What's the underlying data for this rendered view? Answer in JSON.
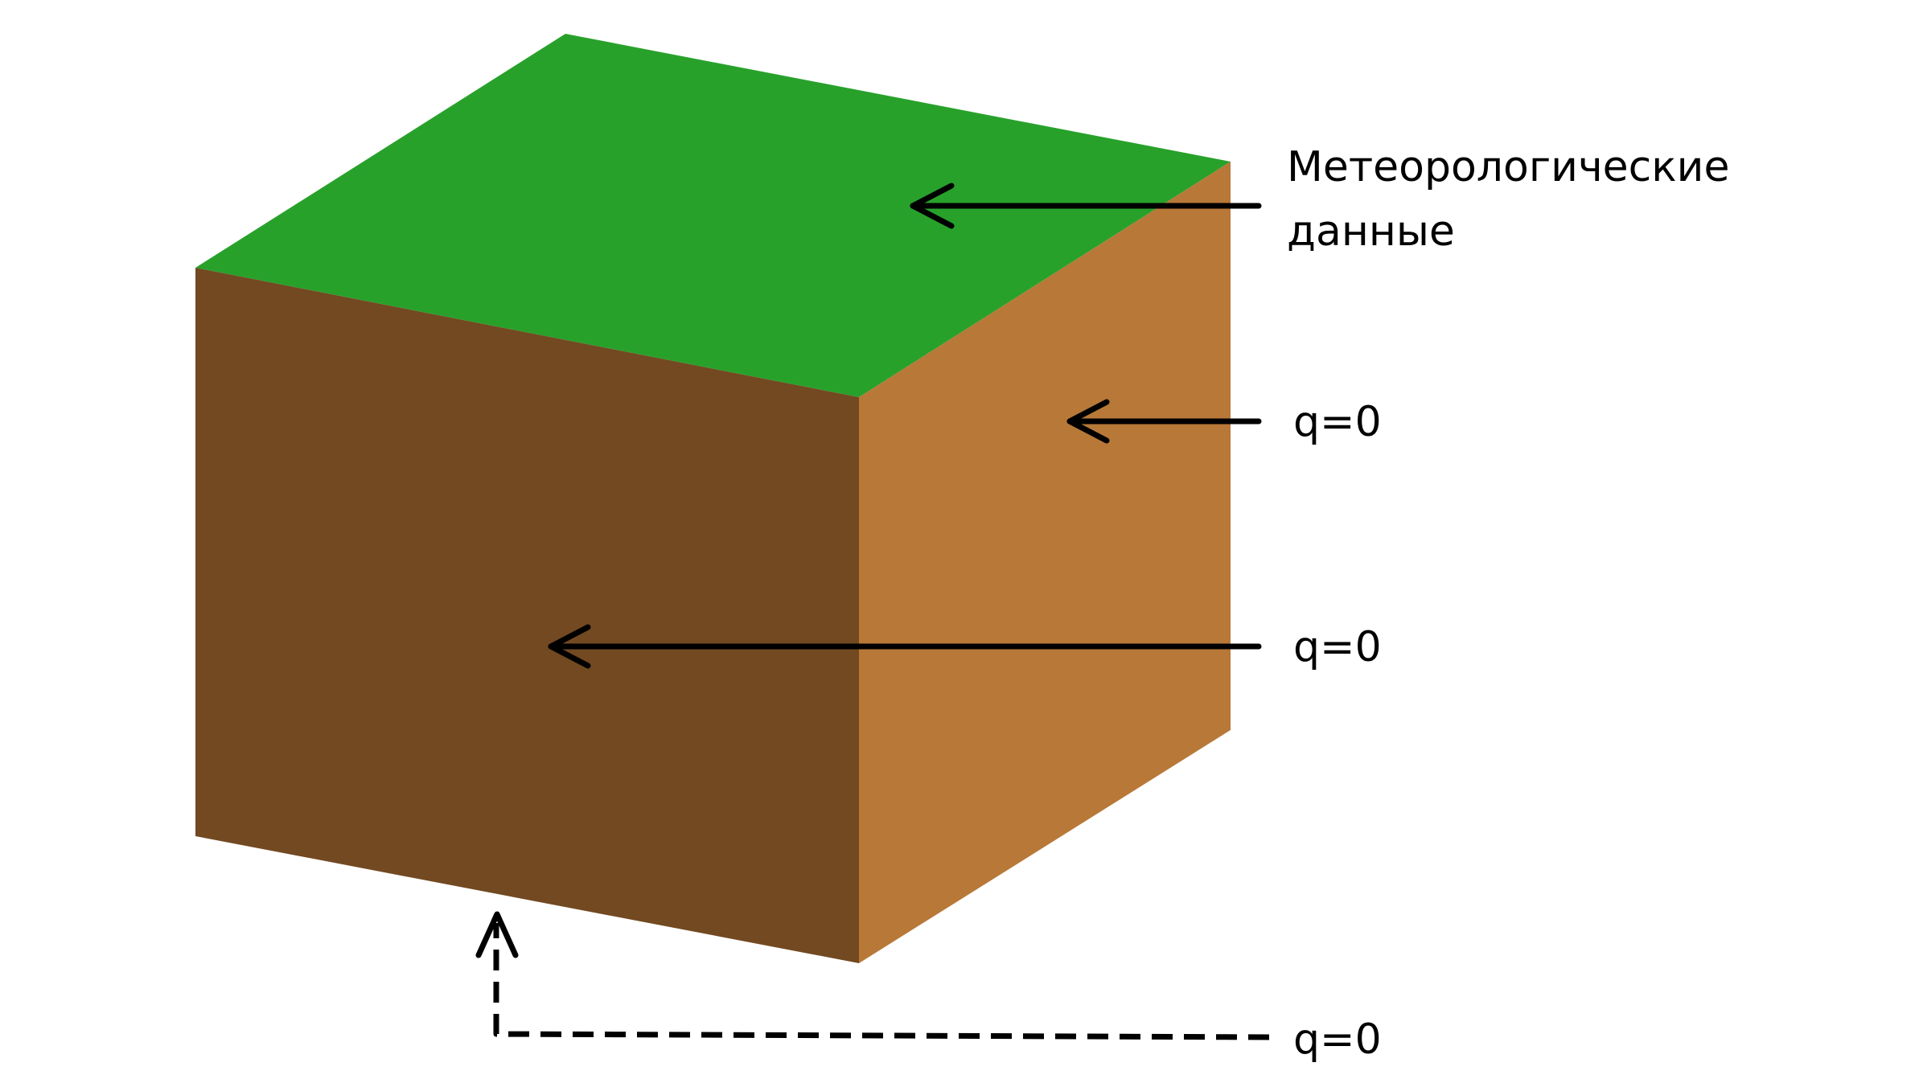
{
  "labels": {
    "top_line1": "Метеорологические",
    "top_line2": "данные",
    "right_face": "q=0",
    "front_face": "q=0",
    "bottom_face": "q=0"
  },
  "colors": {
    "top_face": "#28A12B",
    "front_face": "#724921",
    "side_face": "#B87838",
    "arrow": "#000000",
    "background": "#FFFFFF"
  }
}
